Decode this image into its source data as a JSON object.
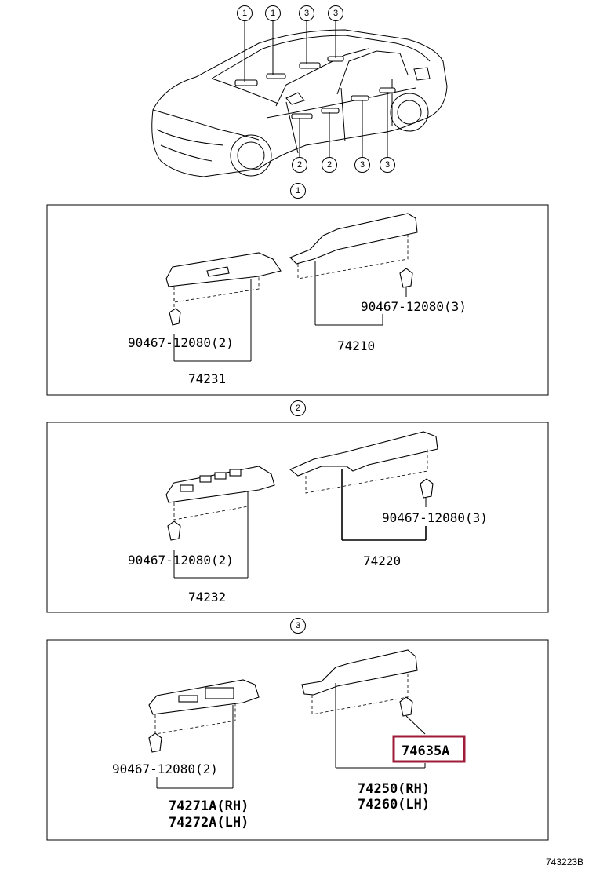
{
  "callouts": {
    "top": [
      "1",
      "1",
      "3",
      "3"
    ],
    "bottom": [
      "2",
      "2",
      "3",
      "3"
    ],
    "section1": "1",
    "section2": "2",
    "section3": "3"
  },
  "section1": {
    "clip_right": "90467-12080(3)",
    "part_right": "74210",
    "clip_left": "90467-12080(2)",
    "part_left": "74231"
  },
  "section2": {
    "clip_right": "90467-12080(3)",
    "part_right": "74220",
    "clip_left": "90467-12080(2)",
    "part_left": "74232"
  },
  "section3": {
    "highlight_part": "74635A",
    "part_right_rh": "74250(RH)",
    "part_right_lh": "74260(LH)",
    "clip_left": "90467-12080(2)",
    "part_left_rh": "74271A(RH)",
    "part_left_lh": "74272A(LH)"
  },
  "highlight_color": "#9c1c3a",
  "diagram_ref": "743223B"
}
